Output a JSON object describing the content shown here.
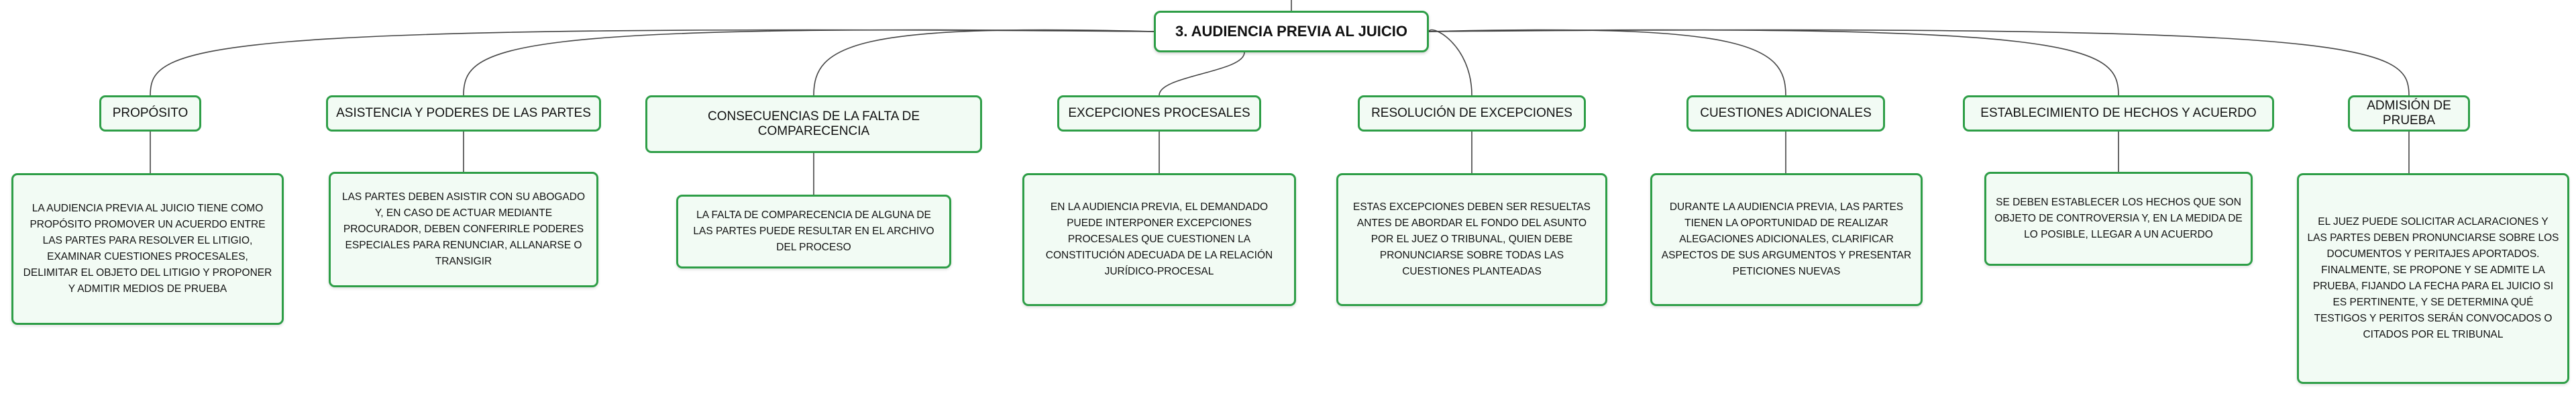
{
  "root": {
    "title": "3. AUDIENCIA PREVIA AL JUICIO"
  },
  "colors": {
    "accent": "#2e9e47",
    "fill": "#f2fbf4",
    "line": "#444444"
  },
  "nodes": [
    {
      "topic": "PROPÓSITO",
      "text": "LA AUDIENCIA PREVIA AL JUICIO TIENE COMO PROPÓSITO PROMOVER UN ACUERDO ENTRE LAS PARTES PARA RESOLVER EL LITIGIO, EXAMINAR CUESTIONES PROCESALES, DELIMITAR EL OBJETO DEL LITIGIO Y PROPONER Y ADMITIR MEDIOS DE PRUEBA"
    },
    {
      "topic": "ASISTENCIA Y PODERES DE LAS PARTES",
      "text": "LAS PARTES DEBEN ASISTIR CON SU ABOGADO Y, EN CASO DE ACTUAR MEDIANTE PROCURADOR, DEBEN CONFERIRLE PODERES ESPECIALES PARA RENUNCIAR, ALLANARSE O TRANSIGIR"
    },
    {
      "topic": "CONSECUENCIAS DE LA FALTA DE COMPARECENCIA",
      "text": "LA FALTA DE COMPARECENCIA DE ALGUNA DE LAS PARTES PUEDE RESULTAR EN EL ARCHIVO DEL PROCESO"
    },
    {
      "topic": "EXCEPCIONES PROCESALES",
      "text": "EN LA AUDIENCIA PREVIA, EL DEMANDADO PUEDE INTERPONER EXCEPCIONES PROCESALES QUE CUESTIONEN LA CONSTITUCIÓN ADECUADA DE LA RELACIÓN JURÍDICO-PROCESAL"
    },
    {
      "topic": "RESOLUCIÓN DE EXCEPCIONES",
      "text": "ESTAS EXCEPCIONES DEBEN SER RESUELTAS ANTES DE ABORDAR EL FONDO DEL ASUNTO POR EL JUEZ O TRIBUNAL, QUIEN DEBE PRONUNCIARSE SOBRE TODAS LAS CUESTIONES PLANTEADAS"
    },
    {
      "topic": "CUESTIONES ADICIONALES",
      "text": "DURANTE LA AUDIENCIA PREVIA, LAS PARTES TIENEN LA OPORTUNIDAD DE REALIZAR ALEGACIONES ADICIONALES, CLARIFICAR ASPECTOS DE SUS ARGUMENTOS Y PRESENTAR PETICIONES NUEVAS"
    },
    {
      "topic": "ESTABLECIMIENTO DE HECHOS Y ACUERDO",
      "text": "SE DEBEN ESTABLECER LOS HECHOS QUE SON OBJETO DE CONTROVERSIA Y, EN LA MEDIDA DE LO POSIBLE, LLEGAR A UN ACUERDO"
    },
    {
      "topic": "ADMISIÓN DE PRUEBA",
      "text": "EL JUEZ PUEDE SOLICITAR ACLARACIONES Y LAS PARTES DEBEN PRONUNCIARSE SOBRE LOS DOCUMENTOS Y PERITAJES APORTADOS. FINALMENTE, SE PROPONE Y SE ADMITE LA PRUEBA, FIJANDO LA FECHA PARA EL JUICIO SI ES PERTINENTE, Y SE DETERMINA QUÉ TESTIGOS Y PERITOS SERÁN CONVOCADOS O CITADOS POR EL TRIBUNAL"
    }
  ]
}
